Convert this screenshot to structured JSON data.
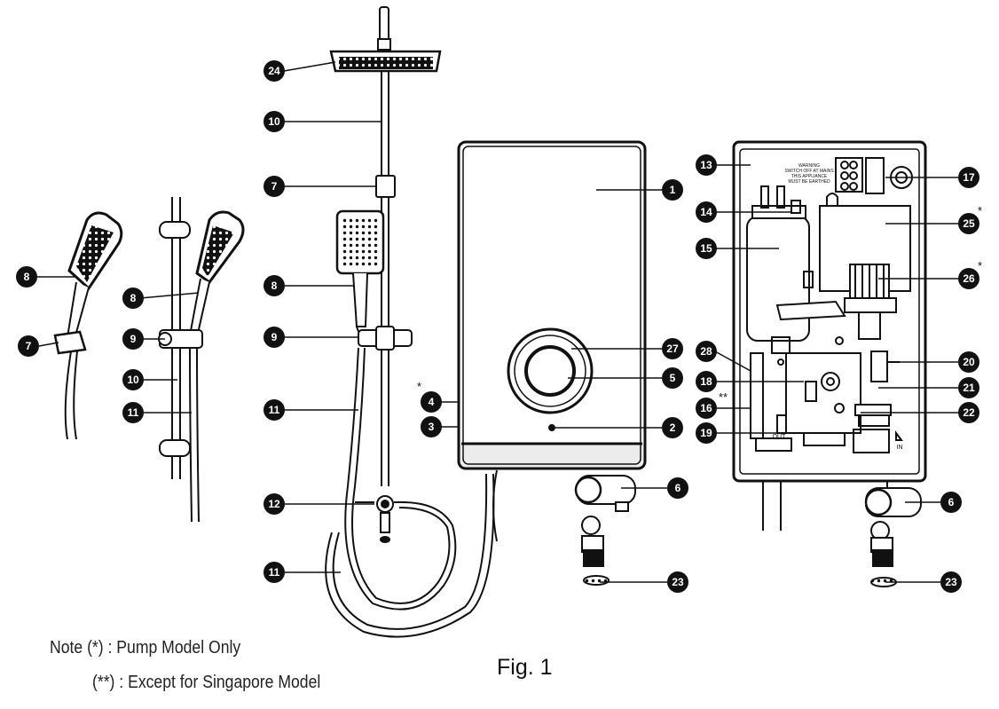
{
  "diagram": {
    "caption": "Fig. 1",
    "notes": {
      "pump": "Note (*) : Pump Model Only",
      "singapore": "(**) : Except for Singapore Model"
    },
    "panel_warning": [
      "WARNING",
      "SWITCH OFF AT MAINS",
      "THIS APPLIANCE",
      "MUST BE EARTHED"
    ],
    "panel_in_label": "IN",
    "panel_out_label": "OUT",
    "asterisk_single": "*",
    "asterisk_double": "**",
    "markers": [
      "24",
      "10",
      "7",
      "8",
      "9",
      "11",
      "12",
      "1",
      "27",
      "5",
      "4",
      "3",
      "2",
      "6",
      "23",
      "13",
      "14",
      "15",
      "17",
      "25",
      "26",
      "28",
      "18",
      "16",
      "19",
      "20",
      "21",
      "22"
    ]
  }
}
